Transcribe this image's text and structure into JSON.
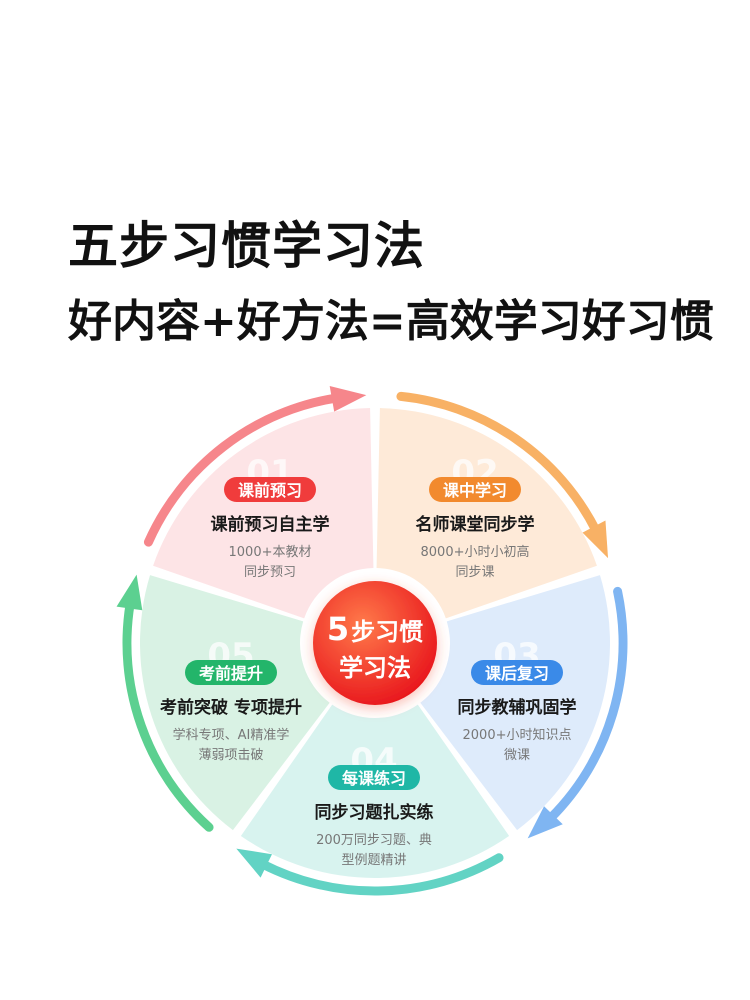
{
  "title": "五步习惯学习法",
  "subtitle": "好内容+好方法=高效学习好习惯",
  "center": {
    "line1_num": "5",
    "line1_text": "步习惯",
    "line2": "学习法",
    "color_from": "#ff7a4a",
    "color_to": "#e8141c"
  },
  "steps": [
    {
      "number": "01",
      "tag": "课前预习",
      "heading": "课前预习自主学",
      "desc1": "1000+本教材",
      "desc2": "同步预习",
      "color": "#f03c3c",
      "fill": "#fde4e6",
      "arrow": "#f6868b"
    },
    {
      "number": "02",
      "tag": "课中学习",
      "heading": "名师课堂同步学",
      "desc1": "8000+小时小初高",
      "desc2": "同步课",
      "color": "#f28a2e",
      "fill": "#feead8",
      "arrow": "#f8b165"
    },
    {
      "number": "03",
      "tag": "课后复习",
      "heading": "同步教辅巩固学",
      "desc1": "2000+小时知识点",
      "desc2": "微课",
      "color": "#3a8ae8",
      "fill": "#deebfb",
      "arrow": "#7fb5f2"
    },
    {
      "number": "04",
      "tag": "每课练习",
      "heading": "同步习题扎实练",
      "desc1": "200万同步习题、典",
      "desc2": "型例题精讲",
      "color": "#1fb7a6",
      "fill": "#d8f3ef",
      "arrow": "#62d3c4"
    },
    {
      "number": "05",
      "tag": "考前提升",
      "heading": "考前突破 专项提升",
      "desc1": "学科专项、AI精准学",
      "desc2": "薄弱项击破",
      "color": "#23b56a",
      "fill": "#d9f2e4",
      "arrow": "#5cd090"
    }
  ]
}
